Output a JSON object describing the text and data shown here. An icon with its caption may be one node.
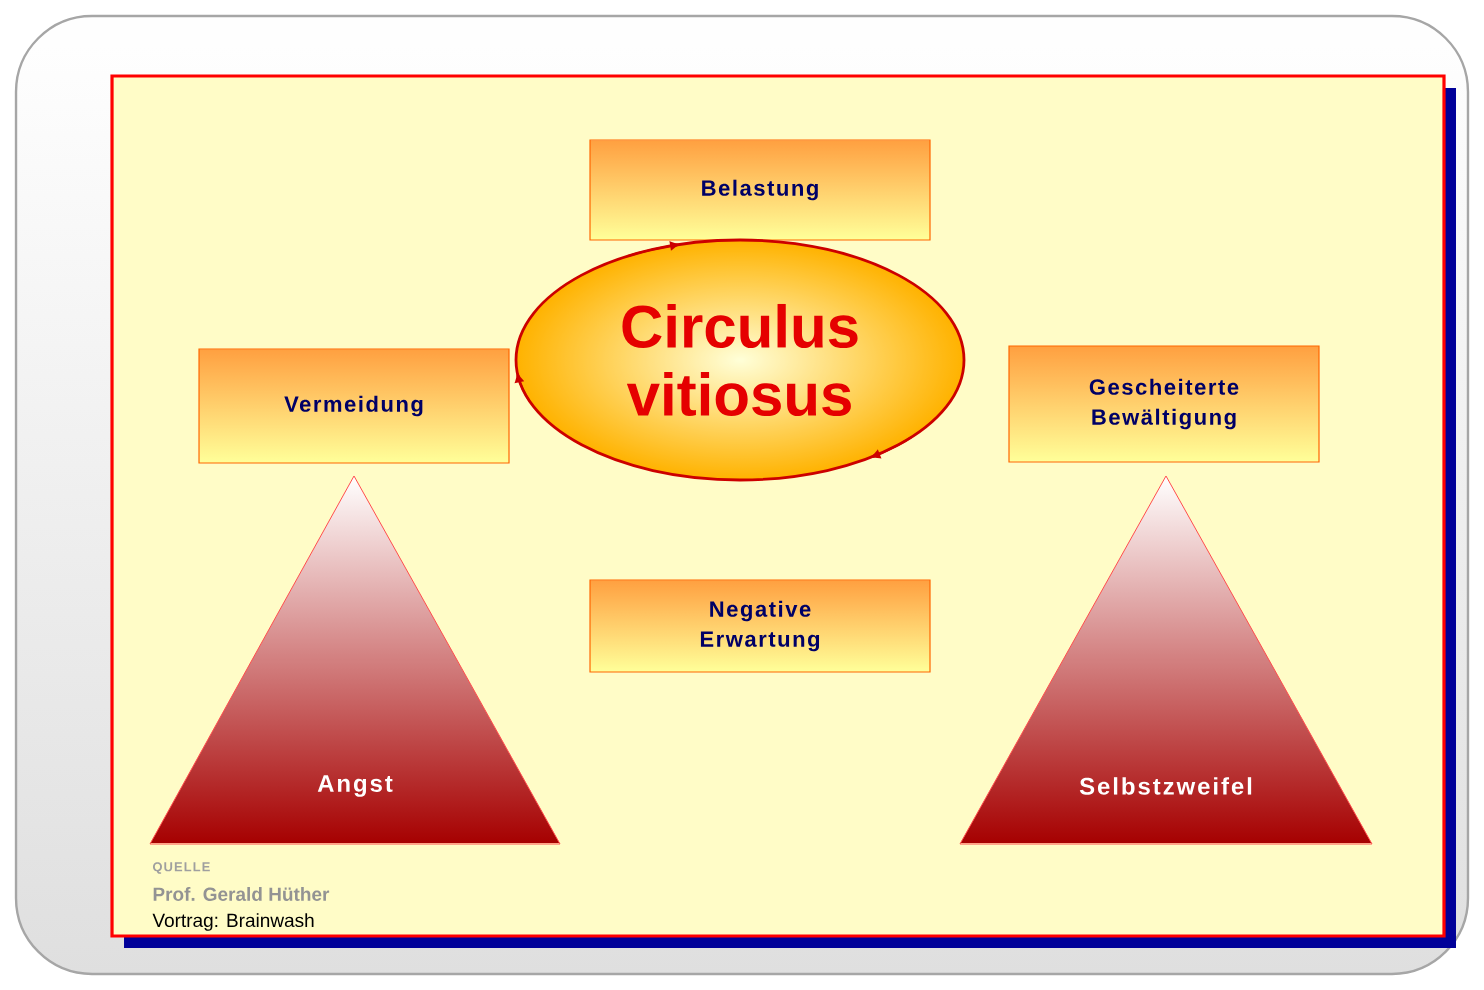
{
  "diagram": {
    "nodes": [
      {
        "text": [
          "Belastung"
        ]
      },
      {
        "text": [
          "Vermeidung"
        ]
      },
      {
        "text": [
          "Circulus vitiosus"
        ]
      },
      {
        "text": [
          "Gescheiterte Bewältigung"
        ]
      },
      {
        "text": [
          "Negative Erwartung"
        ]
      },
      {
        "text": [
          "Angst"
        ]
      },
      {
        "text": [
          "Selbstzweifel"
        ]
      }
    ],
    "labels": [
      "QUELLE",
      "Prof. Gerald Hüther",
      "Vortrag: Brainwash"
    ]
  }
}
